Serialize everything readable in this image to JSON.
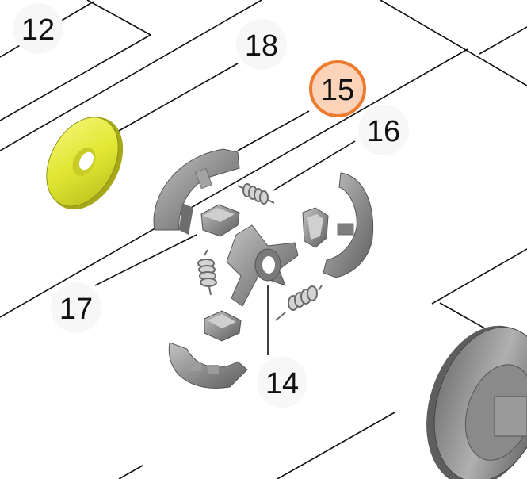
{
  "diagram": {
    "callouts": [
      {
        "id": "c12",
        "label": "12",
        "highlighted": false
      },
      {
        "id": "c18",
        "label": "18",
        "highlighted": false
      },
      {
        "id": "c15",
        "label": "15",
        "highlighted": true
      },
      {
        "id": "c16",
        "label": "16",
        "highlighted": false
      },
      {
        "id": "c17",
        "label": "17",
        "highlighted": false
      },
      {
        "id": "c14",
        "label": "14",
        "highlighted": false
      }
    ],
    "colors": {
      "highlight_fill": "#fbd3b8",
      "highlight_stroke": "#ee7a2d",
      "washer": "#e8ec3a",
      "part_gray": "#8c8c8c",
      "line": "#111111"
    }
  }
}
